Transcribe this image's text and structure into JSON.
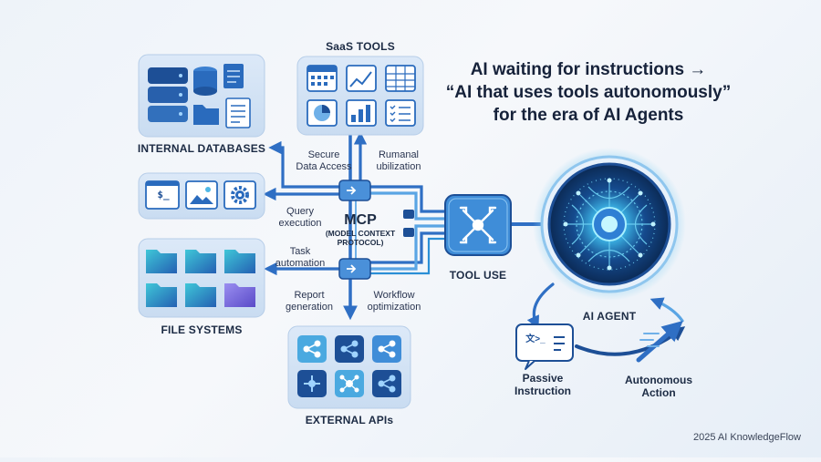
{
  "headline": {
    "line1": "AI waiting for instructions →",
    "line2": "“AI that uses tools autonomously”",
    "line3": "for the era of AI Agents"
  },
  "sections": {
    "saas": "SaaS TOOLS",
    "databases": "INTERNAL DATABASES",
    "file_systems": "FILE SYSTEMS",
    "external_apis": "EXTERNAL APIs"
  },
  "flows": {
    "secure_1": "Secure",
    "secure_2": "Data Access",
    "rumanal_1": "Rumanal",
    "rumanal_2": "ubilization",
    "query_1": "Query",
    "query_2": "execution",
    "task_1": "Task",
    "task_2": "automation",
    "report_1": "Report",
    "report_2": "generation",
    "workflow_1": "Workflow",
    "workflow_2": "optimization"
  },
  "mcp": {
    "title": "MCP",
    "sub1": "(MODEL CONTEXT",
    "sub2": "PROTOCOL)"
  },
  "tool_use": "TOOL USE",
  "agent": {
    "label": "AI AGENT",
    "terminal_glyph": "文>_",
    "passive_1": "Passive",
    "passive_2": "Instruction",
    "autonomous_1": "Autonomous",
    "autonomous_2": "Action"
  },
  "terminal": {
    "prompt": "$_"
  },
  "footer": "2025 AI KnowledgeFlow",
  "colors": {
    "primary": "#2f6fc4",
    "dark": "#1d4f96",
    "tile_bg": "#d3e3f5",
    "teal": "#27b6c9",
    "purple": "#7b6cd9",
    "agent_glow": "#48c6ef"
  }
}
